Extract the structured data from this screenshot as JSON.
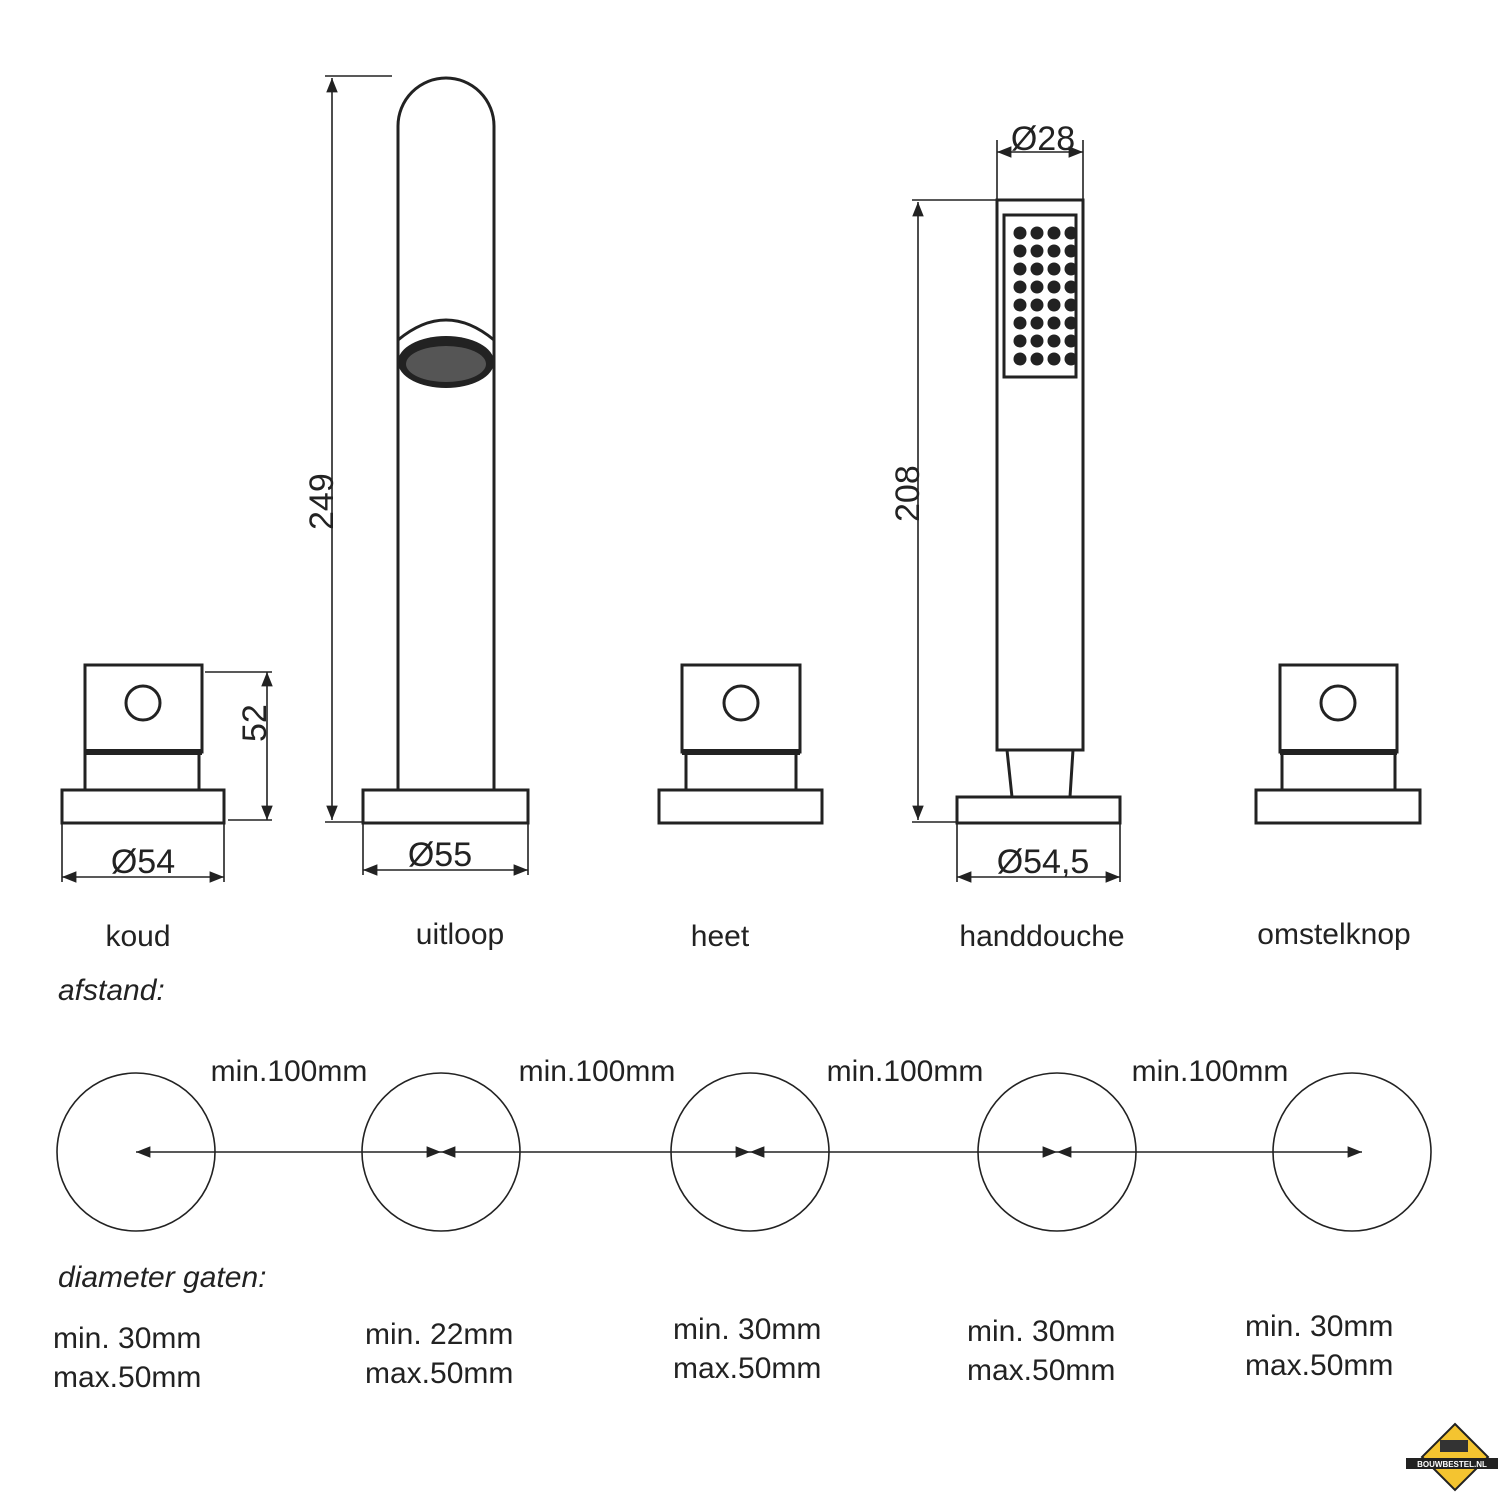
{
  "components": [
    {
      "label": "koud",
      "diameter": "Ø54",
      "height": "52"
    },
    {
      "label": "uitloop",
      "diameter": "Ø55",
      "height": "249"
    },
    {
      "label": "heet"
    },
    {
      "label": "handdouche",
      "diameter": "Ø54,5",
      "height": "208",
      "head_diameter": "Ø28"
    },
    {
      "label": "omstelknop"
    }
  ],
  "spacing": {
    "heading": "afstand:",
    "distances": [
      "min.100mm",
      "min.100mm",
      "min.100mm",
      "min.100mm"
    ]
  },
  "holes": {
    "heading": "diameter gaten:",
    "items": [
      {
        "min": "min. 30mm",
        "max": "max.50mm"
      },
      {
        "min": "min. 22mm",
        "max": "max.50mm"
      },
      {
        "min": "min. 30mm",
        "max": "max.50mm"
      },
      {
        "min": "min. 30mm",
        "max": "max.50mm"
      },
      {
        "min": "min. 30mm",
        "max": "max.50mm"
      }
    ]
  },
  "logo": {
    "text": "BOUWBESTEL.NL"
  }
}
